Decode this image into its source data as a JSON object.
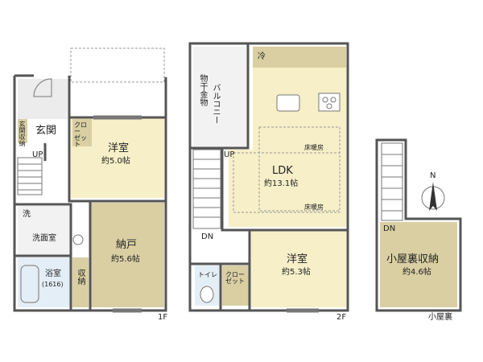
{
  "floors": {
    "f1": "1F",
    "f2": "2F",
    "attic": "小屋裏"
  },
  "rooms_1f": {
    "entrance": "玄関",
    "closet_tag": "クロー\nゼット",
    "shoebox": "玄関収納",
    "western": "洋室",
    "western_size": "約5.0帖",
    "up": "UP",
    "wash": "洗",
    "washroom": "洗面室",
    "storage_room": "納戸",
    "storage_room_size": "約5.6帖",
    "bath": "浴室",
    "bath_size": "(1616)",
    "storage": "収納"
  },
  "rooms_2f": {
    "fridge": "冷",
    "drying": "物干金物",
    "balcony": "バルコニー",
    "floor_heating_top": "床暖房",
    "up": "UP",
    "ldk": "LDK",
    "ldk_size": "約13.1帖",
    "floor_heating_bottom": "床暖房",
    "dn": "DN",
    "western": "洋室",
    "western_size": "約5.3帖",
    "toilet": "トイレ",
    "closet": "クロー\nゼット"
  },
  "rooms_attic": {
    "dn": "DN",
    "storage": "小屋裏収納",
    "storage_size": "約4.6帖",
    "north": "N"
  },
  "colors": {
    "yellow": "#f7efc8",
    "tan": "#d9cfa3",
    "blue": "#e4eef6",
    "wall": "#555555"
  }
}
